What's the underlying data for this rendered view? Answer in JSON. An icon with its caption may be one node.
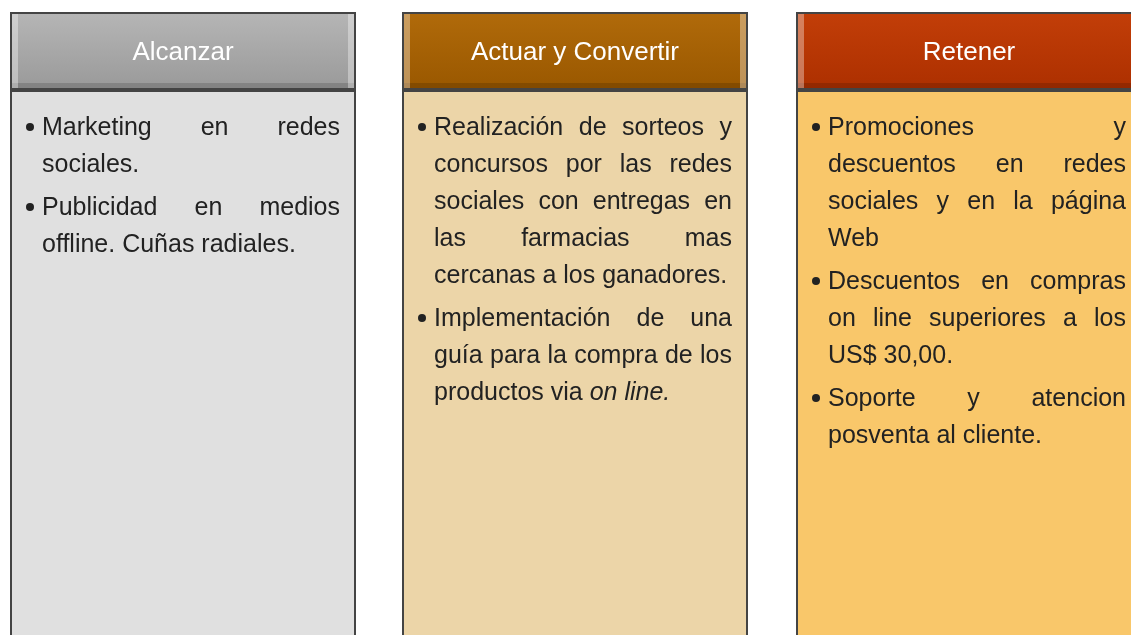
{
  "diagram": {
    "nodes": [
      {
        "text": [
          "Alcanzar"
        ]
      },
      {
        "text": [
          "Marketing en redes sociales.",
          "Publicidad en medios offline. Cuñas radiales."
        ]
      },
      {
        "text": [
          "Actuar y Convertir"
        ]
      },
      {
        "text": [
          "Realización de sorteos y concursos por las redes sociales con entregas en las farmacias mas cercanas a los ganadores.",
          "Implementación de una guía para la compra de los productos via *on line.*"
        ]
      },
      {
        "text": [
          "Retener"
        ]
      },
      {
        "text": [
          "Promociones y descuentos en redes sociales y en la página Web",
          "Descuentos en compras on line superiores a los US$ 30,00.",
          "Soporte y atencion posventa al cliente."
        ]
      }
    ]
  }
}
